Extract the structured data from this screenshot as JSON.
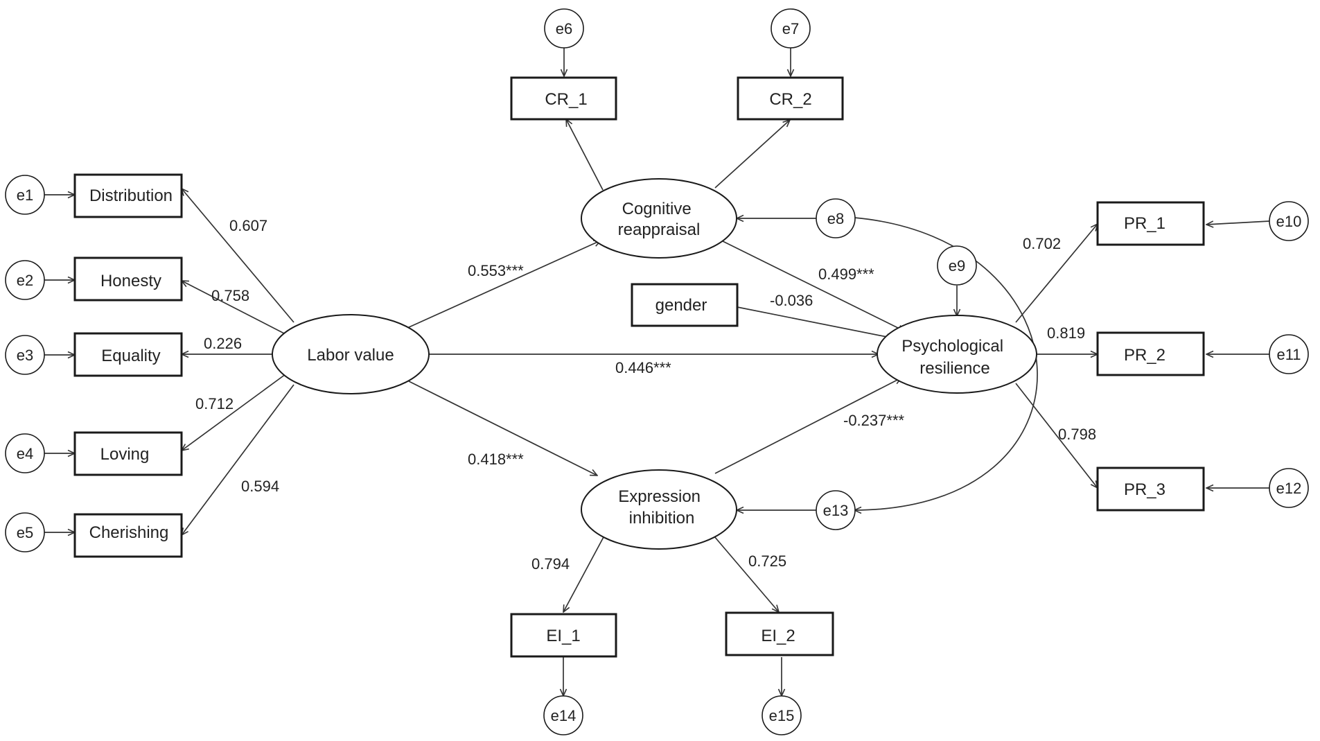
{
  "nodes": {
    "e1": "e1",
    "e2": "e2",
    "e3": "e3",
    "e4": "e4",
    "e5": "e5",
    "e6": "e6",
    "e7": "e7",
    "e8": "e8",
    "e9": "e9",
    "e10": "e10",
    "e11": "e11",
    "e12": "e12",
    "e13": "e13",
    "e14": "e14",
    "e15": "e15",
    "distribution": "Distribution",
    "honesty": "Honesty",
    "equality": "Equality",
    "loving": "Loving",
    "cherishing": "Cherishing",
    "cr1": "CR_1",
    "cr2": "CR_2",
    "ei1": "EI_1",
    "ei2": "EI_2",
    "pr1": "PR_1",
    "pr2": "PR_2",
    "pr3": "PR_3",
    "gender": "gender",
    "labor_value": "Labor value",
    "cognitive_reappraisal": [
      "Cognitive",
      "reappraisal"
    ],
    "expression_inhibition": [
      "Expression",
      "inhibition"
    ],
    "psychological_resilience": [
      "Psychological",
      "resilience"
    ]
  },
  "coefficients": {
    "lv_distribution": "0.607",
    "lv_honesty": "0.758",
    "lv_equality": "0.226",
    "lv_loving": "0.712",
    "lv_cherishing": "0.594",
    "lv_cr": "0.553***",
    "lv_ei": "0.418***",
    "lv_pr": "0.446***",
    "cr_pr": "0.499***",
    "gender_pr": "-0.036",
    "ei_pr": "-0.237***",
    "pr_pr1": "0.702",
    "pr_pr2": "0.819",
    "pr_pr3": "0.798",
    "ei_ei1": "0.794",
    "ei_ei2": "0.725"
  }
}
